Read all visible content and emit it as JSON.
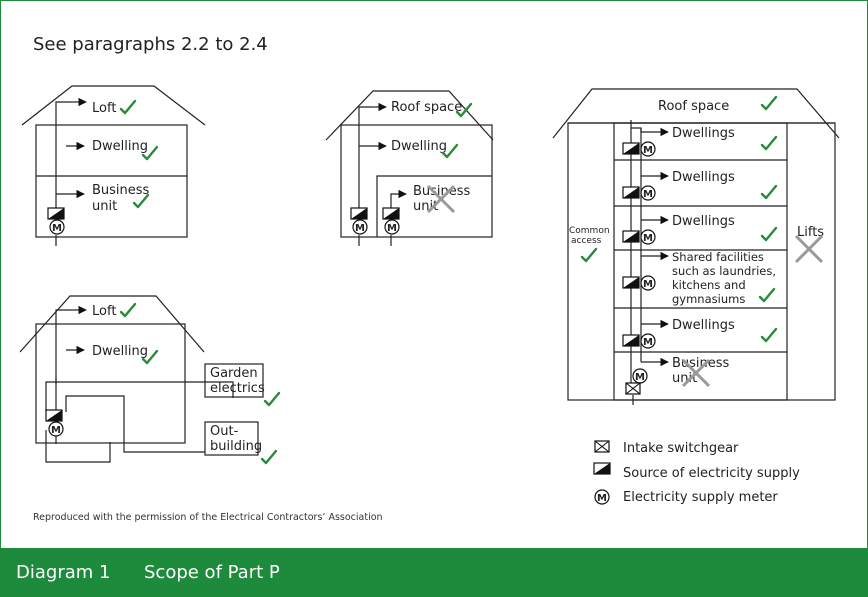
{
  "subtitle": "See paragraphs 2.2 to 2.4",
  "credit": "Reproduced with the permission of the Electrical Contractors’ Association",
  "footer": {
    "diagram_number": "Diagram 1",
    "diagram_title": "Scope of Part P"
  },
  "house1": {
    "loft": "Loft",
    "dwelling": "Dwelling",
    "business_1": "Business",
    "business_2": "unit"
  },
  "house2": {
    "roof_space": "Roof space",
    "dwelling": "Dwelling",
    "business_1": "Business",
    "business_2": "unit"
  },
  "house3": {
    "loft": "Loft",
    "dwelling": "Dwelling",
    "garden_1": "Garden",
    "garden_2": "electrics",
    "out_1": "Out-",
    "out_2": "building"
  },
  "block": {
    "roof_space": "Roof space",
    "common_1": "Common",
    "common_2": "access",
    "lifts": "Lifts",
    "dwellings_1": "Dwellings",
    "dwellings_2": "Dwellings",
    "dwellings_3": "Dwellings",
    "dwellings_4": "Dwellings",
    "shared_1": "Shared facilities",
    "shared_2": "such as laundries,",
    "shared_3": "kitchens and",
    "shared_4": "gymnasiums",
    "business_1": "Business",
    "business_2": "unit"
  },
  "legend": {
    "intake": "Intake switchgear",
    "source": "Source of electricity supply",
    "meter": "Electricity supply meter",
    "meter_symbol": "M"
  },
  "colors": {
    "brand_green": "#1e8a3c",
    "check_green": "#2a8a3a",
    "cross_grey": "#9a9a9a"
  }
}
